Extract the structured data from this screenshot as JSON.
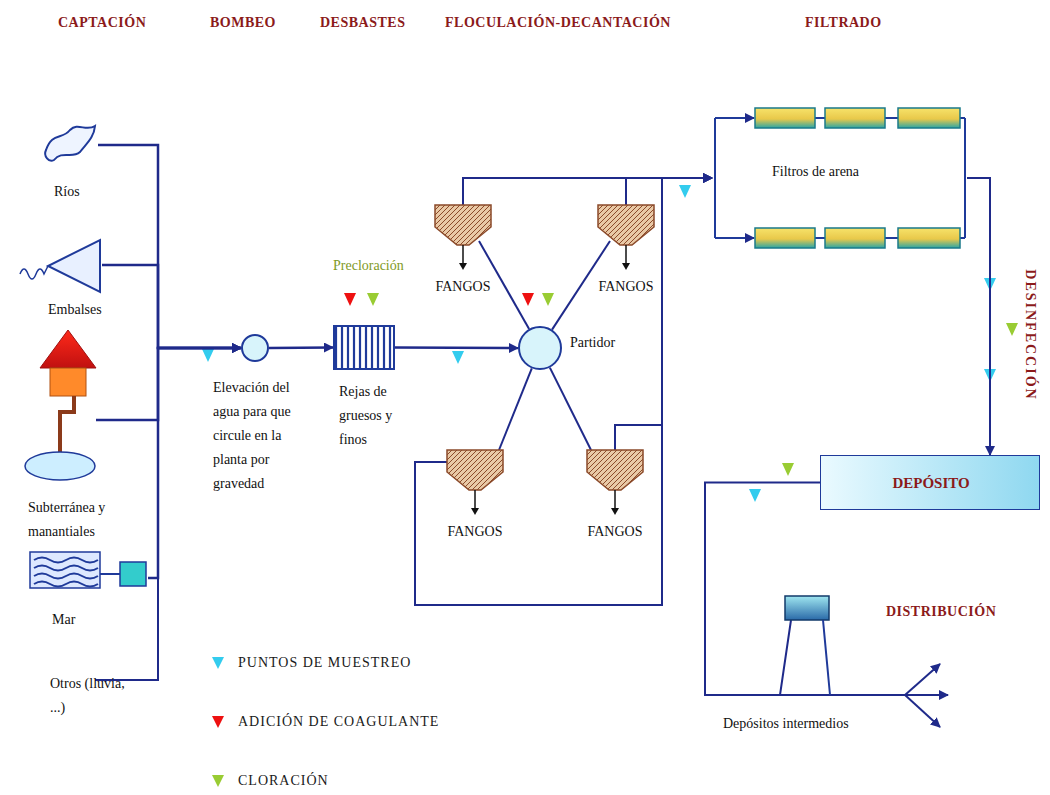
{
  "diagram": {
    "nodes": [
      {
        "text": [
          "Ríos"
        ]
      },
      {
        "text": [
          "Embalses"
        ]
      },
      {
        "text": [
          "Subterránea y manantiales"
        ]
      },
      {
        "text": [
          "Mar"
        ]
      },
      {
        "text": [
          "Elevación del agua para que circule en la planta por gravedad"
        ]
      },
      {
        "text": [
          "Rejas de gruesos y finos"
        ]
      },
      {
        "text": [
          "Partidor"
        ]
      },
      {
        "text": [
          "FANGOS"
        ]
      },
      {
        "text": [
          "FANGOS"
        ]
      },
      {
        "text": [
          "FANGOS"
        ]
      },
      {
        "text": [
          "FANGOS"
        ]
      },
      {
        "text": [
          "Filtros de arena"
        ]
      },
      {
        "text": [
          "DEPÓSITO"
        ]
      },
      {
        "text": [
          "Depósitos intermedios"
        ]
      }
    ],
    "edges": [
      {
        "from": 0,
        "to": 4,
        "arrow": "to"
      },
      {
        "from": 1,
        "to": 4,
        "arrow": "to"
      },
      {
        "from": 2,
        "to": 4,
        "arrow": "to"
      },
      {
        "from": 3,
        "to": 4,
        "arrow": "to"
      },
      {
        "from": 4,
        "to": 5,
        "arrow": "to"
      },
      {
        "from": 5,
        "to": 6,
        "arrow": "to"
      },
      {
        "from": 6,
        "to": 7,
        "arrow": "none"
      },
      {
        "from": 6,
        "to": 8,
        "arrow": "none"
      },
      {
        "from": 6,
        "to": 9,
        "arrow": "none"
      },
      {
        "from": 6,
        "to": 10,
        "arrow": "none"
      },
      {
        "from": 7,
        "to": 11,
        "arrow": "to"
      },
      {
        "from": 8,
        "to": 11,
        "arrow": "to"
      },
      {
        "from": 9,
        "to": 11,
        "arrow": "to"
      },
      {
        "from": 10,
        "to": 11,
        "arrow": "to"
      },
      {
        "from": 11,
        "to": 12,
        "arrow": "to"
      },
      {
        "from": 12,
        "to": 13,
        "arrow": "none"
      }
    ],
    "labels": [
      "CAPTACIÓN",
      "BOMBEO",
      "DESBASTES",
      "FLOCULACIÓN-DECANTACIÓN",
      "FILTRADO",
      "DESINFECCIÓN",
      "Precloración",
      "DISTRIBUCIÓN",
      "Otros (lluvia, ...)"
    ],
    "legend": [
      {
        "text": "PUNTOS DE MUESTREO",
        "color": "#33ccee"
      },
      {
        "text": "ADICIÓN DE COAGULANTE",
        "color": "#ee1111"
      },
      {
        "text": "CLORACIÓN",
        "color": "#99cc33"
      }
    ]
  }
}
